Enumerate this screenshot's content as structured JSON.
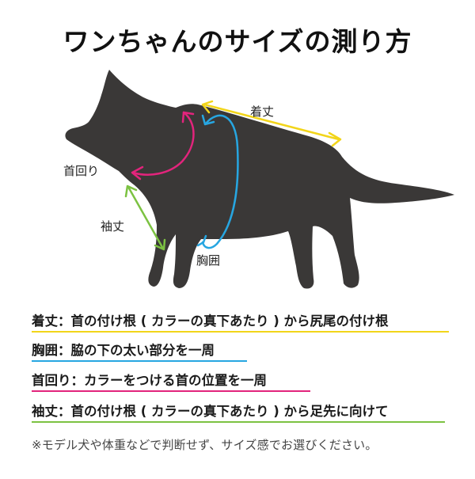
{
  "title": "ワンちゃんのサイズの測り方",
  "colors": {
    "dog": "#3a3837",
    "length": "#f2d51a",
    "chest": "#27a6e1",
    "neck": "#e2247c",
    "sleeve": "#7cc242"
  },
  "labels": {
    "length": "着丈",
    "chest": "胸囲",
    "neck": "首回り",
    "sleeve": "袖丈"
  },
  "definitions": [
    {
      "key": "length",
      "text": "着丈：首の付け根 ( カラーの真下あたり ) から尻尾の付け根"
    },
    {
      "key": "chest",
      "text": "胸囲：脇の下の太い部分を一周"
    },
    {
      "key": "neck",
      "text": "首回り：カラーをつける首の位置を一周"
    },
    {
      "key": "sleeve",
      "text": "袖丈：首の付け根 ( カラーの真下あたり ) から足先に向けて"
    }
  ],
  "note": "※モデル犬や体重などで判断せず、サイズ感でお選びください。"
}
